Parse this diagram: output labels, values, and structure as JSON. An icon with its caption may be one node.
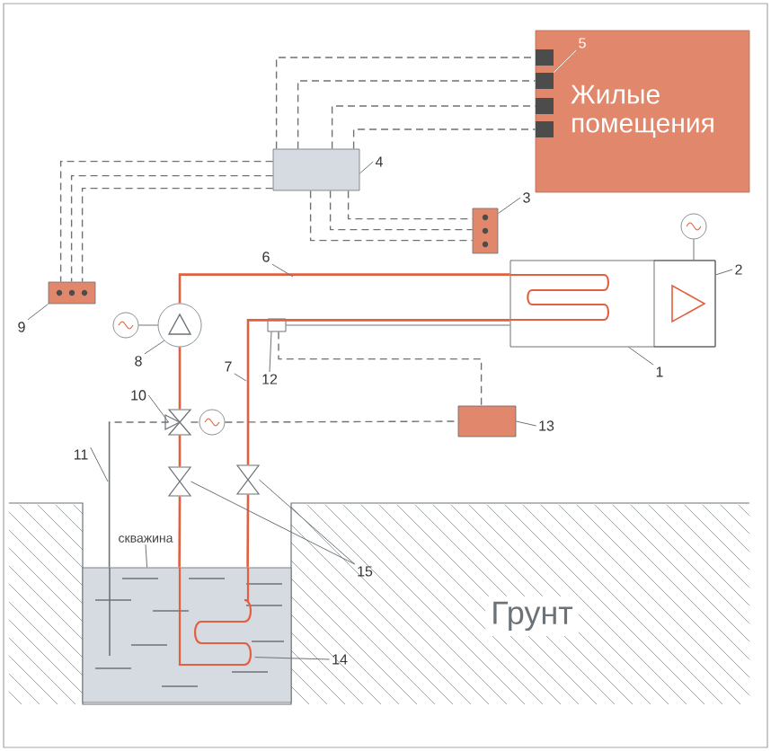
{
  "diagram": {
    "nodes": [
      {
        "text": [
          "Жилые помещения"
        ]
      },
      {
        "text": [],
        "shape": "box",
        "in": 0
      },
      {
        "text": [],
        "shape": "box",
        "in": 0
      },
      {
        "text": [],
        "shape": "box",
        "in": 0
      },
      {
        "text": [],
        "shape": "box",
        "in": 0
      },
      {
        "text": [],
        "shape": "box"
      },
      {
        "text": [],
        "shape": "box"
      },
      {
        "text": [],
        "shape": "box"
      },
      {
        "text": [],
        "shape": "box"
      },
      {
        "text": [],
        "shape": "box",
        "in": 8
      },
      {
        "text": [],
        "shape": "circle"
      },
      {
        "text": [],
        "shape": "box"
      },
      {
        "text": [],
        "shape": "box"
      },
      {
        "text": [],
        "shape": "valve"
      },
      {
        "text": [],
        "shape": "box"
      },
      {
        "text": [
          "скважина"
        ]
      },
      {
        "text": [
          "1"
        ]
      },
      {
        "text": [
          "2"
        ]
      },
      {
        "text": [
          "3"
        ]
      },
      {
        "text": [
          "4"
        ]
      },
      {
        "text": [
          "5"
        ],
        "in": 0
      },
      {
        "text": [
          "6"
        ]
      },
      {
        "text": [
          "7"
        ]
      },
      {
        "text": [
          "8"
        ]
      },
      {
        "text": [
          "9"
        ]
      },
      {
        "text": [
          "10"
        ]
      },
      {
        "text": [
          "11"
        ]
      },
      {
        "text": [
          "12"
        ]
      },
      {
        "text": [
          "13"
        ]
      },
      {
        "text": [
          "14"
        ]
      },
      {
        "text": [
          "15"
        ]
      },
      {
        "text": [],
        "shape": "valve"
      },
      {
        "text": [],
        "shape": "valve"
      },
      {
        "text": [],
        "shape": "circle"
      },
      {
        "text": [],
        "shape": "circle"
      },
      {
        "text": [],
        "shape": "circle"
      }
    ],
    "edges": [
      {
        "from": 5,
        "to": 1,
        "arrow": "none",
        "style": "dashed"
      },
      {
        "from": 5,
        "to": 2,
        "arrow": "none",
        "style": "dashed"
      },
      {
        "from": 5,
        "to": 3,
        "arrow": "none",
        "style": "dashed"
      },
      {
        "from": 5,
        "to": 4,
        "arrow": "none",
        "style": "dashed"
      },
      {
        "from": 5,
        "to": 6,
        "arrow": "none",
        "style": "dashed"
      },
      {
        "from": 5,
        "to": 7,
        "arrow": "none",
        "style": "dashed"
      },
      {
        "from": 11,
        "to": 12,
        "arrow": "none",
        "style": "dashed"
      },
      {
        "from": 13,
        "to": 35,
        "arrow": "none",
        "style": "dashed"
      },
      {
        "from": 10,
        "to": 8,
        "arrow": "none",
        "color": "#e2603f"
      },
      {
        "from": 14,
        "to": 32,
        "arrow": "none",
        "color": "#e2603f"
      },
      {
        "from": 10,
        "to": 13,
        "arrow": "none",
        "color": "#e2603f"
      },
      {
        "from": 13,
        "to": 31,
        "arrow": "none",
        "color": "#e2603f"
      },
      {
        "from": 16,
        "to": 8,
        "arrow": "none"
      },
      {
        "from": 17,
        "to": 9,
        "arrow": "none"
      },
      {
        "from": 18,
        "to": 6,
        "arrow": "none"
      },
      {
        "from": 19,
        "to": 5,
        "arrow": "none"
      },
      {
        "from": 20,
        "to": 2,
        "arrow": "none",
        "color": "#ffffff"
      },
      {
        "from": 21,
        "to": null,
        "arrow": "none"
      },
      {
        "from": 22,
        "to": null,
        "arrow": "none"
      },
      {
        "from": 23,
        "to": 10,
        "arrow": "none"
      },
      {
        "from": 24,
        "to": 7,
        "arrow": "none"
      },
      {
        "from": 25,
        "to": 13,
        "arrow": "none"
      },
      {
        "from": 26,
        "to": null,
        "arrow": "none"
      },
      {
        "from": 27,
        "to": 11,
        "arrow": "none"
      },
      {
        "from": 28,
        "to": 12,
        "arrow": "none"
      },
      {
        "from": 29,
        "to": 14,
        "arrow": "none"
      },
      {
        "from": 30,
        "to": 31,
        "arrow": "none"
      },
      {
        "from": 30,
        "to": 32,
        "arrow": "none"
      },
      {
        "from": 15,
        "to": 14,
        "arrow": "none"
      },
      {
        "from": 31,
        "to": 14,
        "arrow": "none",
        "color": "#e2603f"
      },
      {
        "from": 32,
        "to": 8,
        "arrow": "none",
        "color": "#e2603f"
      },
      {
        "from": 11,
        "to": 8,
        "arrow": "none"
      },
      {
        "from": 13,
        "to": 14,
        "arrow": "none",
        "style": "dashed"
      },
      {
        "from": 34,
        "to": 10,
        "arrow": "none"
      },
      {
        "from": 33,
        "to": 9,
        "arrow": "none"
      },
      {
        "from": 35,
        "to": 12,
        "arrow": "none",
        "style": "dashed"
      }
    ],
    "labels": [
      "Грунт"
    ]
  }
}
